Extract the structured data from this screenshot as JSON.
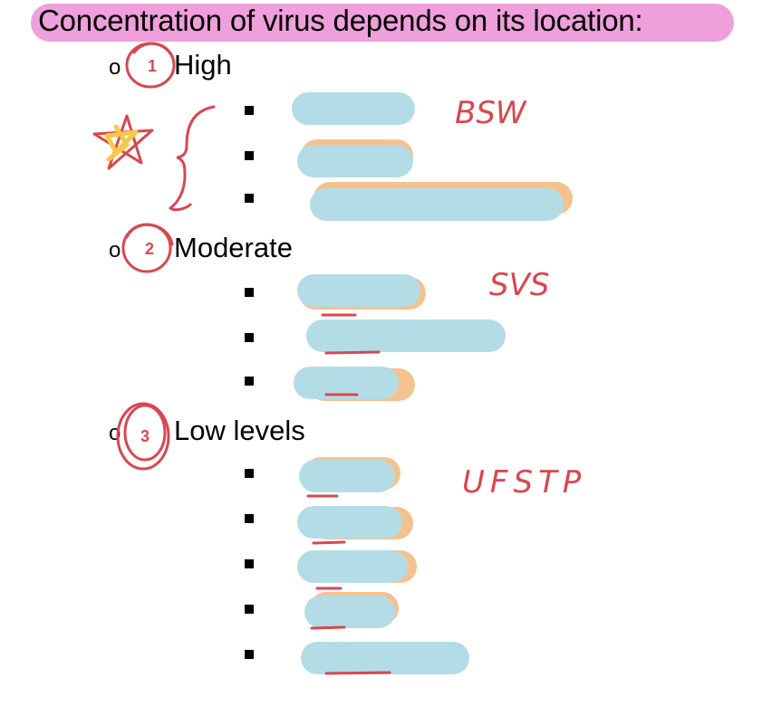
{
  "title": "Concentration of virus depends on its location:",
  "levels": [
    {
      "marker": "o",
      "label": "High",
      "annotation": "BSW",
      "bullets": 3
    },
    {
      "marker": "o",
      "label": "Moderate",
      "annotation": "SVS",
      "bullets": 3
    },
    {
      "marker": "o",
      "label": "Low levels",
      "annotation": "UFSTP",
      "bullets": 5
    }
  ],
  "circle_numbers": [
    "1",
    "2",
    "3"
  ],
  "colors": {
    "title_highlight": "#ef9fdb",
    "redaction_blue": "#b4dce7",
    "redaction_peach": "#f4c28f",
    "ink_red": "#d9474f",
    "star_yellow": "#f7c948"
  }
}
